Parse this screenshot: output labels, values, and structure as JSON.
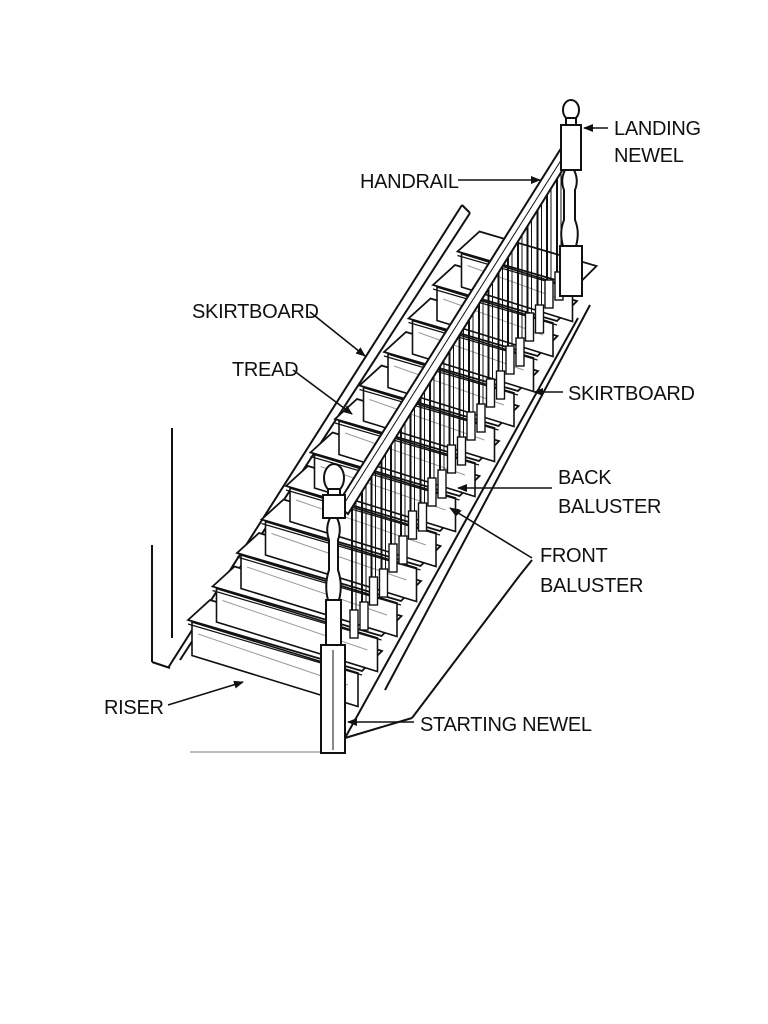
{
  "labels": {
    "landing_newel_line1": "LANDING",
    "landing_newel_line2": "NEWEL",
    "handrail": "HANDRAIL",
    "skirtboard_left": "SKIRTBOARD",
    "tread": "TREAD",
    "skirtboard_right": "SKIRTBOARD",
    "back_baluster_line1": "BACK",
    "back_baluster_line2": "BALUSTER",
    "front_baluster_line1": "FRONT",
    "front_baluster_line2": "BALUSTER",
    "riser": "RISER",
    "starting_newel": "STARTING NEWEL"
  },
  "colors": {
    "ink": "#111111",
    "paper": "#ffffff",
    "shade": "#9a9a9a"
  }
}
